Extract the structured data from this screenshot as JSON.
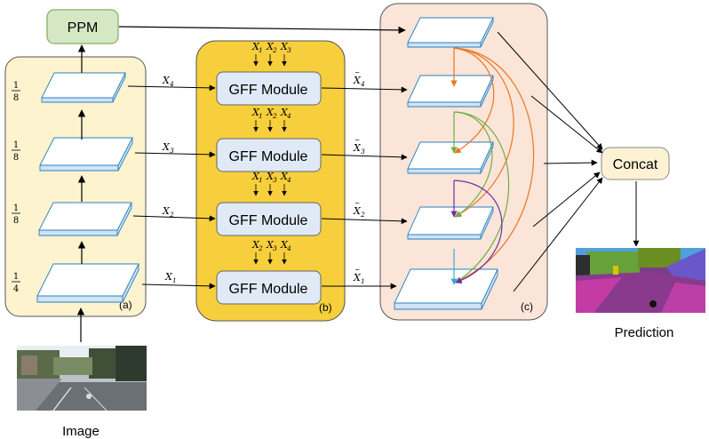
{
  "ppm_label": "PPM",
  "gff_label": "GFF Module",
  "concat_label": "Concat",
  "panel_a_label": "(a)",
  "panel_b_label": "(b)",
  "panel_c_label": "(c)",
  "image_caption": "Image",
  "prediction_caption": "Prediction",
  "scales": [
    {
      "num": "1",
      "den": "8"
    },
    {
      "num": "1",
      "den": "8"
    },
    {
      "num": "1",
      "den": "8"
    },
    {
      "num": "1",
      "den": "4"
    }
  ],
  "features": [
    {
      "base": "X",
      "sub": "4",
      "tilde_sub": "4",
      "inputs": [
        [
          "X",
          "1"
        ],
        [
          "X",
          "2"
        ],
        [
          "X",
          "3"
        ]
      ]
    },
    {
      "base": "X",
      "sub": "3",
      "tilde_sub": "3",
      "inputs": [
        [
          "X",
          "1"
        ],
        [
          "X",
          "2"
        ],
        [
          "X",
          "4"
        ]
      ]
    },
    {
      "base": "X",
      "sub": "2",
      "tilde_sub": "2",
      "inputs": [
        [
          "X",
          "1"
        ],
        [
          "X",
          "3"
        ],
        [
          "X",
          "4"
        ]
      ]
    },
    {
      "base": "X",
      "sub": "1",
      "tilde_sub": "1",
      "inputs": [
        [
          "X",
          "2"
        ],
        [
          "X",
          "3"
        ],
        [
          "X",
          "4"
        ]
      ]
    }
  ],
  "colors": {
    "ppm_fill": "#d5e8c4",
    "ppm_stroke": "#93b77a",
    "panel_a_fill": "#fdf3cf",
    "panel_b_fill": "#f7cf3c",
    "panel_c_fill": "#fbe5d8",
    "gff_fill": "#dfeaf6",
    "concat_fill": "#fdf2d4",
    "plate_top": "#ffffff",
    "plate_side": "#cfe4f5",
    "plate_edge": "#2a7fc0",
    "arrow_orange": "#e87722",
    "arrow_green": "#70ad47",
    "arrow_purple": "#7030a0",
    "arrow_blue": "#41a8d8"
  }
}
